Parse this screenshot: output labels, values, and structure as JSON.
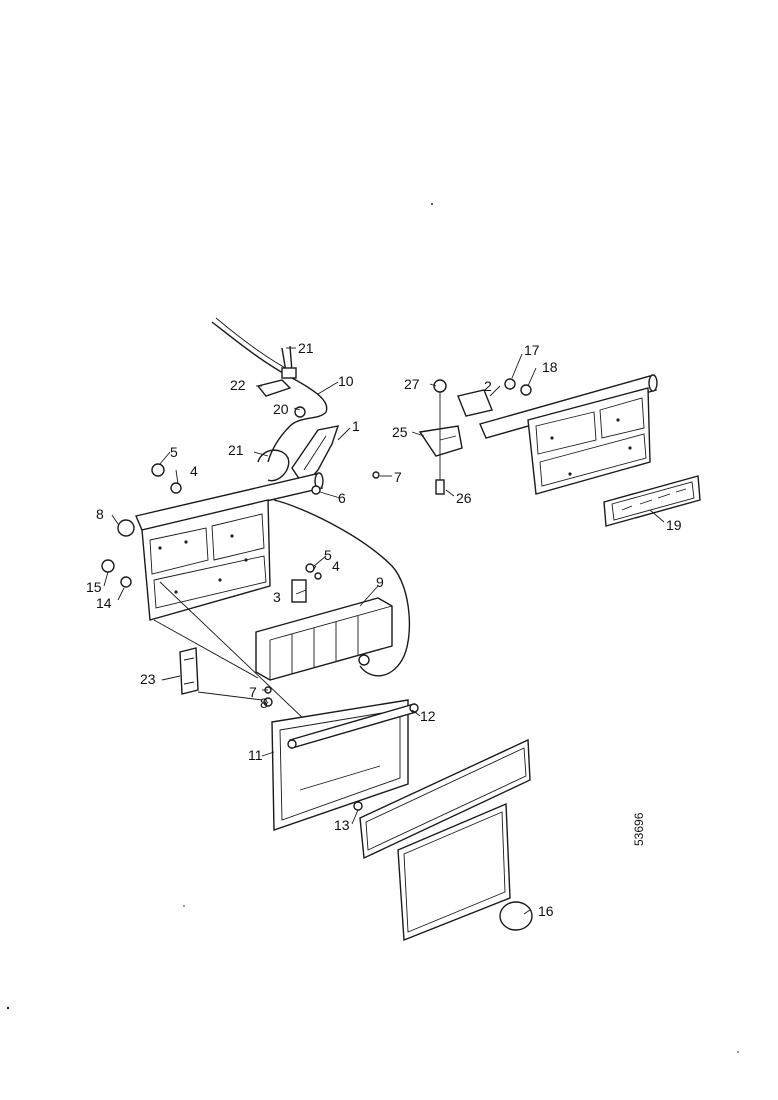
{
  "diagram": {
    "drawing_ref": "53696",
    "callouts": [
      {
        "id": "c1",
        "text": "1"
      },
      {
        "id": "c2",
        "text": "2"
      },
      {
        "id": "c3",
        "text": "3"
      },
      {
        "id": "c4a",
        "text": "4"
      },
      {
        "id": "c4b",
        "text": "4"
      },
      {
        "id": "c5a",
        "text": "5"
      },
      {
        "id": "c5b",
        "text": "5"
      },
      {
        "id": "c6",
        "text": "6"
      },
      {
        "id": "c7a",
        "text": "7"
      },
      {
        "id": "c7b",
        "text": "7"
      },
      {
        "id": "c8a",
        "text": "8"
      },
      {
        "id": "c8b",
        "text": "8"
      },
      {
        "id": "c9",
        "text": "9"
      },
      {
        "id": "c10",
        "text": "10"
      },
      {
        "id": "c11",
        "text": "11"
      },
      {
        "id": "c12",
        "text": "12"
      },
      {
        "id": "c13",
        "text": "13"
      },
      {
        "id": "c14",
        "text": "14"
      },
      {
        "id": "c15",
        "text": "15"
      },
      {
        "id": "c16",
        "text": "16"
      },
      {
        "id": "c17",
        "text": "17"
      },
      {
        "id": "c18",
        "text": "18"
      },
      {
        "id": "c19",
        "text": "19"
      },
      {
        "id": "c20",
        "text": "20"
      },
      {
        "id": "c21a",
        "text": "21"
      },
      {
        "id": "c21b",
        "text": "21"
      },
      {
        "id": "c22",
        "text": "22"
      },
      {
        "id": "c23",
        "text": "23"
      },
      {
        "id": "c25",
        "text": "25"
      },
      {
        "id": "c26",
        "text": "26"
      },
      {
        "id": "c27",
        "text": "27"
      }
    ]
  }
}
